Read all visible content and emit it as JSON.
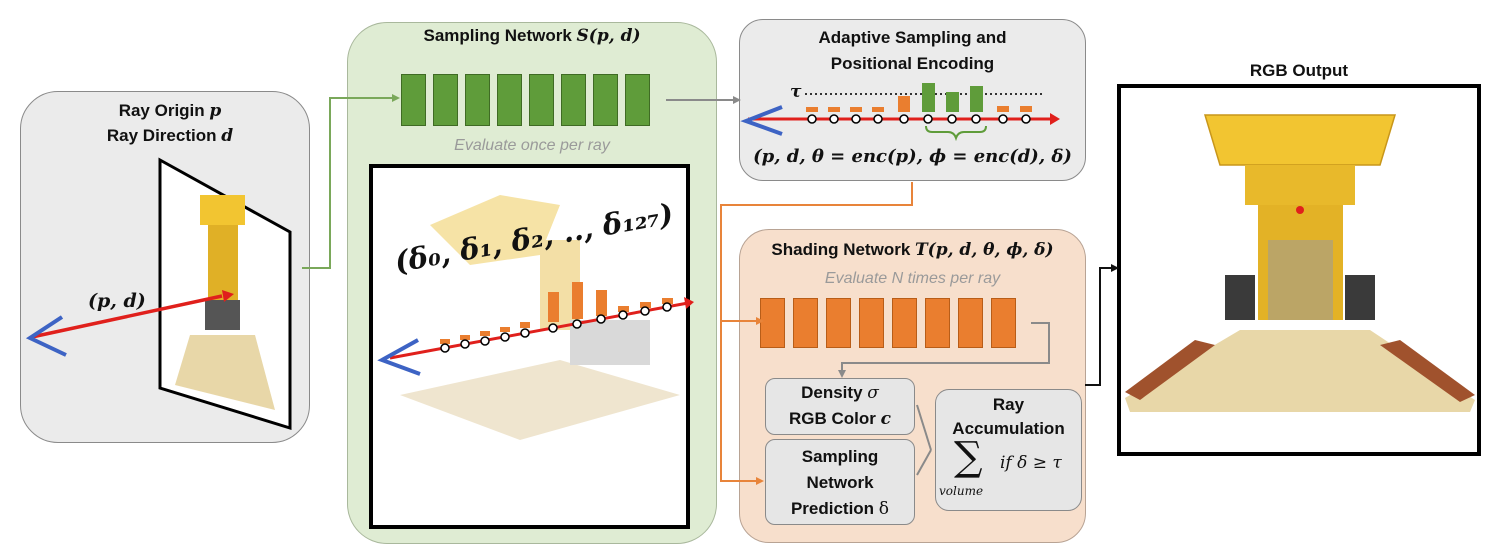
{
  "ray_box": {
    "line1": "Ray Origin",
    "var1": "p",
    "line2": "Ray Direction",
    "var2": "d",
    "ray_label": "(p, d)"
  },
  "sampling": {
    "title": "Sampling Network",
    "func": "S(p, d)",
    "note": "Evaluate once per ray",
    "deltas": "(δ₀, δ₁, δ₂, .., δ₁₂₇)"
  },
  "adaptive": {
    "line1": "Adaptive Sampling and",
    "line2": "Positional Encoding",
    "tau": "τ",
    "formula": "(p, d, θ = enc(p), ϕ = enc(d), δ)"
  },
  "shading": {
    "title": "Shading Network",
    "func": "T(p, d, θ, ϕ, δ)",
    "note": "Evaluate N times per ray"
  },
  "density": {
    "line1": "Density",
    "sym1": "σ",
    "line2": "RGB Color",
    "sym2": "c"
  },
  "sampling_pred": {
    "line1": "Sampling",
    "line2": "Network",
    "line3": "Prediction",
    "sym": "δ"
  },
  "accum": {
    "line1": "Ray",
    "line2": "Accumulation",
    "sum": "∑",
    "sub": "volume",
    "cond": "if δ ≥ τ"
  },
  "output": {
    "title": "RGB Output"
  },
  "colors": {
    "green": "#5f9c3a",
    "orange": "#ea7e2f",
    "ray": "#e0201c",
    "arrow_blue": "#3d63c4"
  }
}
